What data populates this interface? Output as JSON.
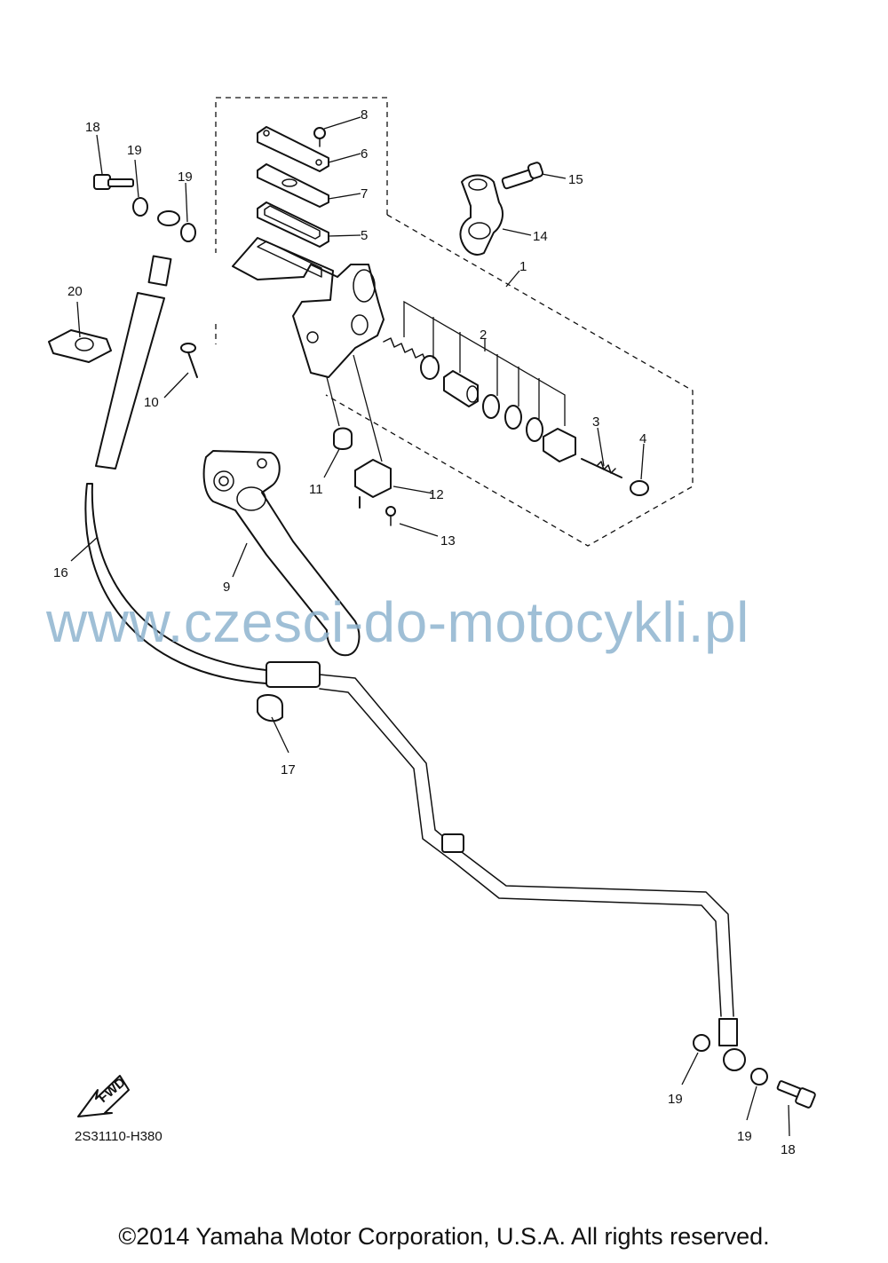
{
  "diagram": {
    "watermark": "www.czesci-do-motocykli.pl",
    "code": "2S31110-H380",
    "copyright": "©2014 Yamaha Motor Corporation, U.S.A. All rights reserved.",
    "fwd_label": "FWD",
    "callouts": {
      "c1": "1",
      "c2": "2",
      "c3": "3",
      "c4": "4",
      "c5": "5",
      "c6": "6",
      "c7": "7",
      "c8": "8",
      "c9": "9",
      "c10": "10",
      "c11": "11",
      "c12": "12",
      "c13": "13",
      "c14": "14",
      "c15": "15",
      "c16": "16",
      "c17": "17",
      "c18a": "18",
      "c18b": "18",
      "c19a": "19",
      "c19b": "19",
      "c19c": "19",
      "c19d": "19",
      "c20": "20"
    }
  }
}
